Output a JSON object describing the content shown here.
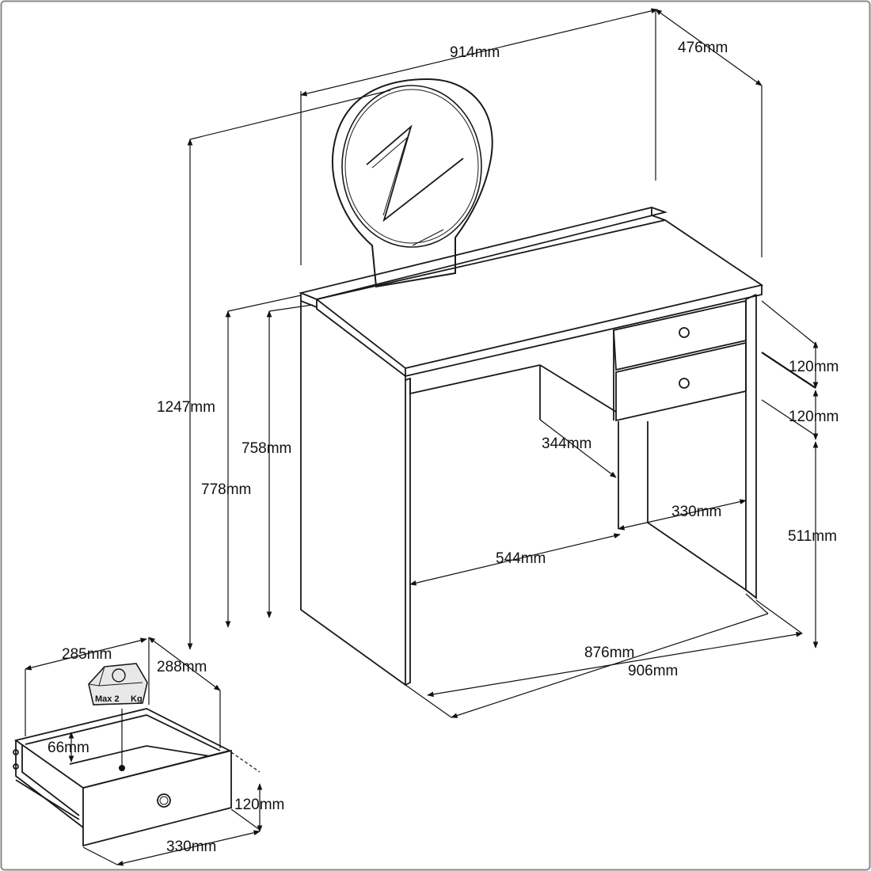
{
  "dimensions": {
    "width_top": "914mm",
    "depth_top": "476mm",
    "total_height": "1247mm",
    "desk_height_front": "778mm",
    "desk_height_back": "758mm",
    "drawer_height_1": "120mm",
    "drawer_height_2": "120mm",
    "drawer_depth": "344mm",
    "drawer_width": "330mm",
    "under_drawer_height": "511mm",
    "knee_width": "544mm",
    "inner_width": "876mm",
    "outer_width": "906mm"
  },
  "drawer_detail": {
    "outer_width": "285mm",
    "outer_depth": "288mm",
    "inner_height": "66mm",
    "front_height": "120mm",
    "front_width": "330mm",
    "max_load_label": "Max 2",
    "max_load_unit": "Kg"
  },
  "colors": {
    "line": "#1a1a1a",
    "background": "#ffffff",
    "border": "#888888"
  }
}
